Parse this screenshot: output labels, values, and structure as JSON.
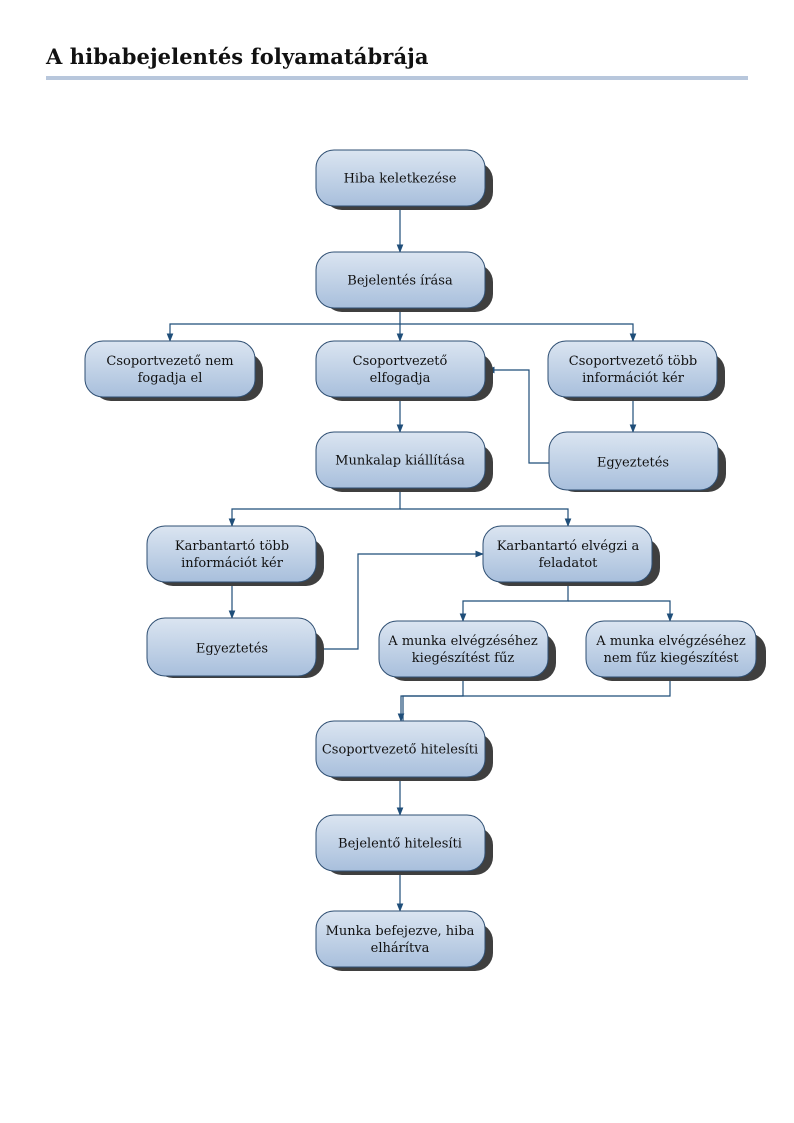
{
  "title": "A hibabejelentés folyamatábrája",
  "colors": {
    "node_fill_top": "#dbe5f1",
    "node_fill_bottom": "#a8bfdc",
    "node_stroke": "#2f4f73",
    "shadow": "#3f3f3f",
    "edge": "#1f4e79",
    "title_rule": "#b8c7dc"
  },
  "nodes": {
    "hiba_keletkezese": {
      "lines": [
        "Hiba keletkezése"
      ]
    },
    "bejelentes_irasa": {
      "lines": [
        "Bejelentés írása"
      ]
    },
    "csv_nem_fogadja": {
      "lines": [
        "Csoportvezető nem",
        "fogadja el"
      ]
    },
    "csv_elfogadja": {
      "lines": [
        "Csoportvezető",
        "elfogadja"
      ]
    },
    "csv_tobb_info": {
      "lines": [
        "Csoportvezető több",
        "információt kér"
      ]
    },
    "munkalap": {
      "lines": [
        "Munkalap kiállítása"
      ]
    },
    "egyeztetes_1": {
      "lines": [
        "Egyeztetés"
      ]
    },
    "karb_tobb_info": {
      "lines": [
        "Karbantartó több",
        "információt kér"
      ]
    },
    "karb_elvegzi": {
      "lines": [
        "Karbantartó elvégzi a",
        "feladatot"
      ]
    },
    "egyeztetes_2": {
      "lines": [
        "Egyeztetés"
      ]
    },
    "kiegeszites_fuz": {
      "lines": [
        "A munka elvégzéséhez",
        "kiegészítést fűz"
      ]
    },
    "nem_fuz": {
      "lines": [
        "A munka elvégzéséhez",
        "nem fűz kiegészítést"
      ]
    },
    "csv_hitelesiti": {
      "lines": [
        "Csoportvezető hitelesíti"
      ]
    },
    "bejelento_hitelesiti": {
      "lines": [
        "Bejelentő hitelesíti"
      ]
    },
    "befejezve": {
      "lines": [
        "Munka befejezve, hiba",
        "elhárítva"
      ]
    }
  }
}
